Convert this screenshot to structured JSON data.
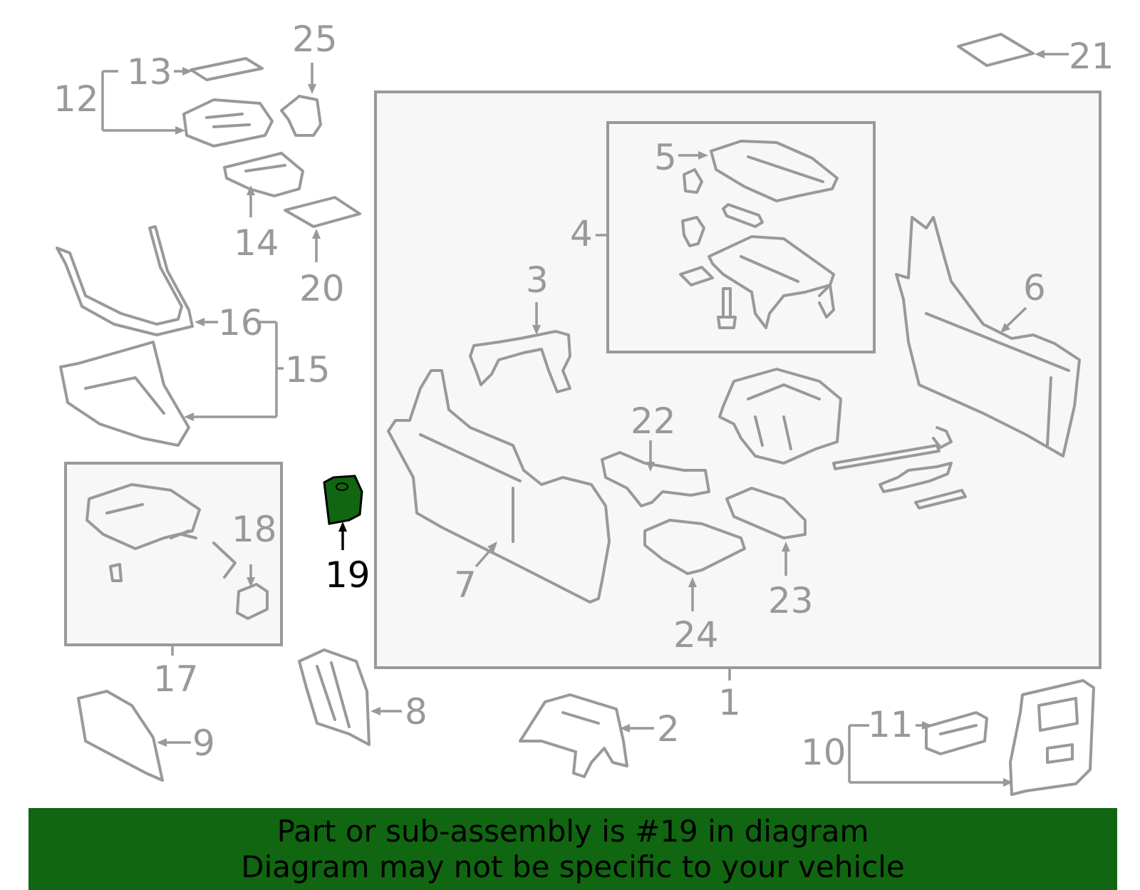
{
  "diagram": {
    "highlighted_part": "19",
    "callouts": [
      "1",
      "2",
      "3",
      "4",
      "5",
      "6",
      "7",
      "8",
      "9",
      "10",
      "11",
      "12",
      "13",
      "14",
      "15",
      "16",
      "17",
      "18",
      "19",
      "20",
      "21",
      "22",
      "23",
      "24",
      "25"
    ],
    "colors": {
      "outline": "#999999",
      "box_fill": "#f7f7f7",
      "highlight_part": "#116611",
      "highlight_label": "#000000"
    }
  },
  "banner": {
    "line1": "Part or sub-assembly is #19 in diagram",
    "line2": "Diagram may not be specific to your vehicle",
    "background": "#116611"
  }
}
